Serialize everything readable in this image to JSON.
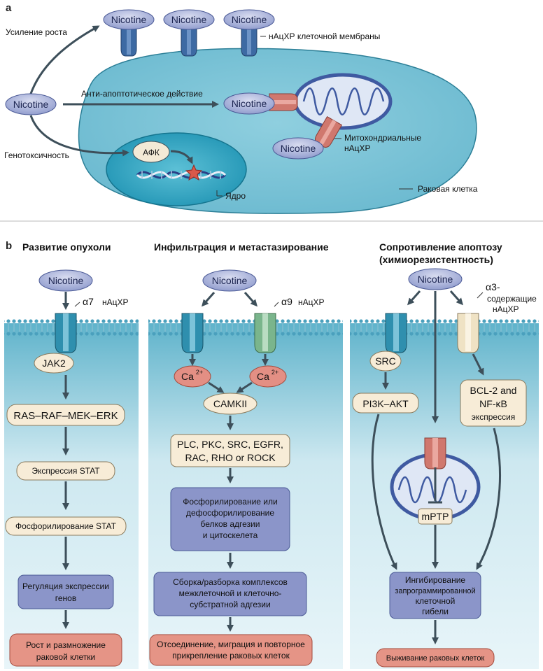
{
  "panel_a": {
    "label": "a",
    "nicotine": "Nicotine",
    "growth": "Усиление роста",
    "anti_apoptotic": "Анти-апоптотическое действие",
    "genotoxicity": "Генотоксичность",
    "membrane_receptor": "нАцХР клеточной мембраны",
    "mito_receptor_1": "Митохондриальные",
    "mito_receptor_2": "нАцХР",
    "ros": "АФК",
    "nucleus": "Ядро",
    "cancer_cell": "Раковая клетка"
  },
  "panel_b": {
    "label": "b",
    "col1": {
      "title": "Развитие опухоли",
      "nicotine": "Nicotine",
      "receptor_alpha": "α7",
      "receptor_name": "нАцХР",
      "jak2": "JAK2",
      "ras": "RAS–RAF–MEK–ERK",
      "stat_expr": "Экспрессия STAT",
      "stat_phos": "Фосфорилирование STAT",
      "regulation_1": "Регуляция экспрессии",
      "regulation_2": "генов",
      "growth_1": "Рост и размножение",
      "growth_2": "раковой клетки"
    },
    "col2": {
      "title": "Инфильтрация и метастазирование",
      "nicotine": "Nicotine",
      "receptor_alpha": "α9",
      "receptor_name": "нАцХР",
      "ca": "Ca",
      "ca_sup": "2+",
      "camkii": "CAMKII",
      "kinases_1": "PLC, PKC, SRC, EGFR,",
      "kinases_2": "RAC, RHO or ROCK",
      "phos_1": "Фосфорилирование или",
      "phos_2": "дефосфорилирование",
      "phos_3": "белков адгезии",
      "phos_4": "и цитоскелета",
      "assembly_1": "Сборка/разборка комплексов",
      "assembly_2": "межклеточной и клеточно-",
      "assembly_3": "субстратной адгезии",
      "detach_1": "Отсоединение, миграция и повторное",
      "detach_2": "прикрепление раковых клеток"
    },
    "col3": {
      "title_1": "Сопротивление апоптозу",
      "title_2": "(химиорезистентность)",
      "nicotine": "Nicotine",
      "receptor_alpha": "α3-",
      "receptor_line2": "содержащие",
      "receptor_name": "нАцХР",
      "src": "SRC",
      "pi3k": "PI3K–AKT",
      "bcl_1": "BCL-2 and",
      "bcl_2": "NF-κB",
      "bcl_3": "экспрессия",
      "mptp": "mPTP",
      "inhib_1": "Ингибирование",
      "inhib_2": "запрограммированной",
      "inhib_3": "клеточной",
      "inhib_4": "гибели",
      "survival": "Выживание раковых клеток"
    }
  },
  "colors": {
    "cell_fill": "#7cc4d6",
    "nucleus_fill": "#2fa3bf",
    "nicotine_fill": "#9aa6d3",
    "receptor_blue": "#3d6aa3",
    "receptor_green": "#7ab58c",
    "receptor_beige": "#efe2c4",
    "mito_outline": "#3f5aa1",
    "arrow": "#3d4f5a",
    "box_beige": "#f7ecd7",
    "box_blue": "#8b95c9",
    "box_red": "#e59486",
    "ca_red": "#e38f84"
  }
}
